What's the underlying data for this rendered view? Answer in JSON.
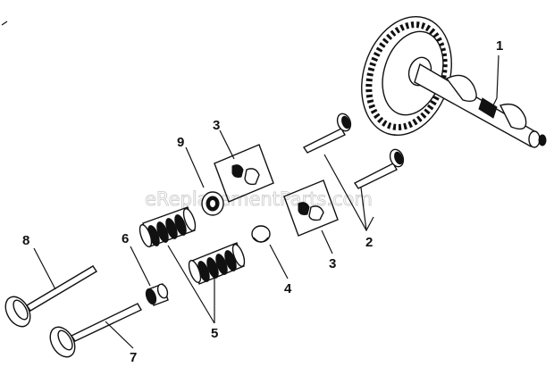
{
  "diagram": {
    "watermark": "eReplacementParts.com",
    "callouts": [
      {
        "id": "c1",
        "text": "1"
      },
      {
        "id": "c2",
        "text": "2"
      },
      {
        "id": "c3a",
        "text": "3"
      },
      {
        "id": "c3b",
        "text": "3"
      },
      {
        "id": "c4",
        "text": "4"
      },
      {
        "id": "c5",
        "text": "5"
      },
      {
        "id": "c6",
        "text": "6"
      },
      {
        "id": "c7",
        "text": "7"
      },
      {
        "id": "c8",
        "text": "8"
      },
      {
        "id": "c9",
        "text": "9"
      }
    ]
  }
}
